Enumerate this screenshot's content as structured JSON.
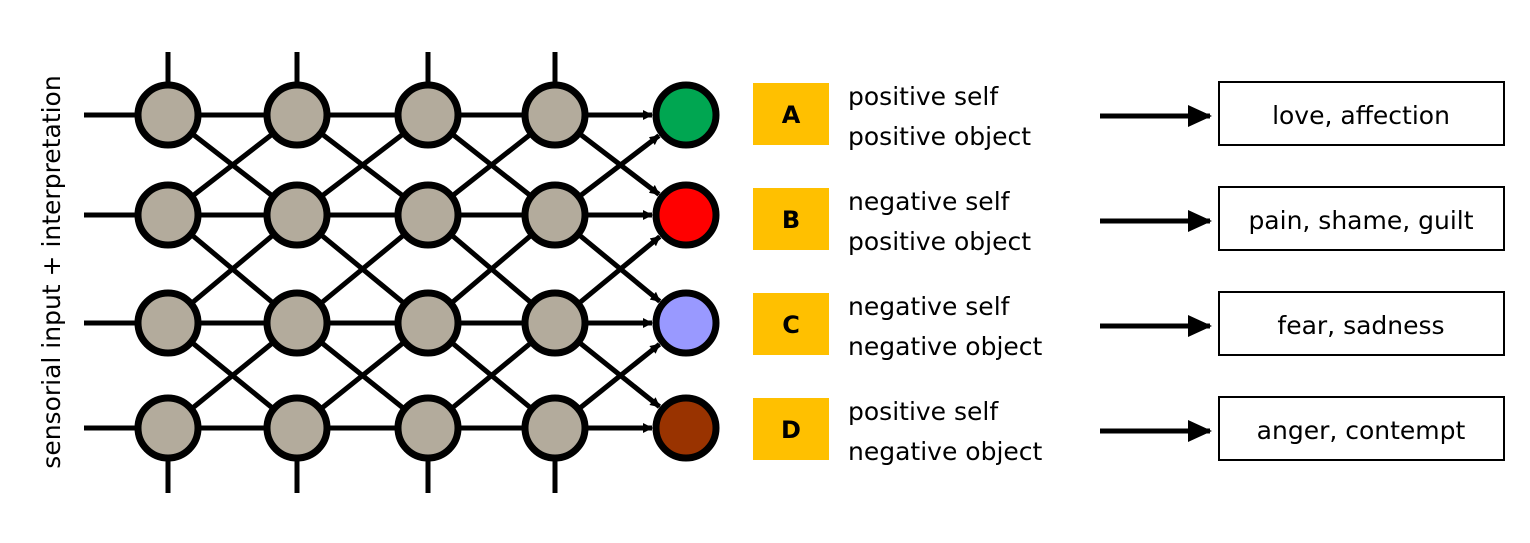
{
  "side_label": "sensorial input + interpretation",
  "network": {
    "node_fill": "#b3ab9c",
    "output_colors": [
      "#00a651",
      "#ff0000",
      "#9999ff",
      "#993300"
    ]
  },
  "rows": [
    {
      "label": "A",
      "line1": "positive self",
      "line2": "positive object",
      "emotion": "love, affection"
    },
    {
      "label": "B",
      "line1": "negative self",
      "line2": "positive object",
      "emotion": "pain, shame, guilt"
    },
    {
      "label": "C",
      "line1": "negative self",
      "line2": "negative object",
      "emotion": "fear, sadness"
    },
    {
      "label": "D",
      "line1": "positive self",
      "line2": "negative object",
      "emotion": "anger, contempt"
    }
  ],
  "label_box_color": "#ffc000"
}
